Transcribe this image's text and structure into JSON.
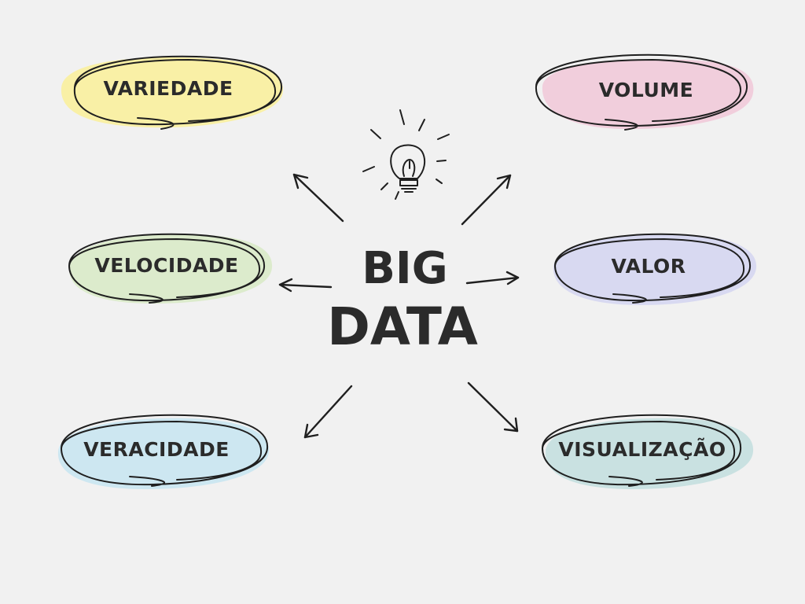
{
  "center": {
    "line1": "BIG",
    "line2": "DATA"
  },
  "nodes": [
    {
      "label": "VARIEDADE",
      "color": "#f9f0a6"
    },
    {
      "label": "VOLUME",
      "color": "#f1cedc"
    },
    {
      "label": "VELOCIDADE",
      "color": "#dcebcc"
    },
    {
      "label": "VALOR",
      "color": "#d8d9f1"
    },
    {
      "label": "VERACIDADE",
      "color": "#cde7f1"
    },
    {
      "label": "VISUALIZAÇÃO",
      "color": "#c9e1e1"
    }
  ],
  "icon": "lightbulb-icon"
}
